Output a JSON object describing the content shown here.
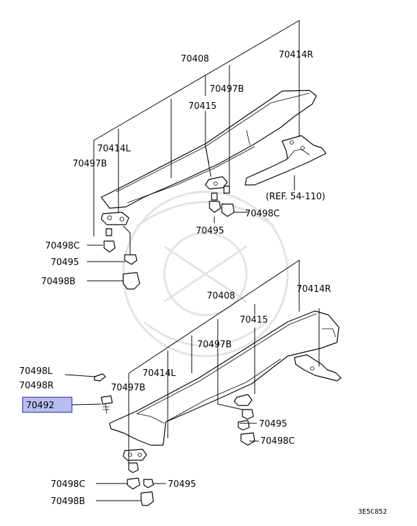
{
  "diagram": {
    "ref_note": "(REF. 54-110)",
    "code": "3E5C852",
    "highlighted_part": "70492",
    "labels": [
      {
        "id": "t-70408",
        "text": "70408"
      },
      {
        "id": "t-70414R",
        "text": "70414R"
      },
      {
        "id": "t-70497B",
        "text": "70497B"
      },
      {
        "id": "t-70415",
        "text": "70415"
      },
      {
        "id": "t-70414L",
        "text": "70414L"
      },
      {
        "id": "t-70497B-2",
        "text": "70497B"
      },
      {
        "id": "t-70498C",
        "text": "70498C"
      },
      {
        "id": "t-70495",
        "text": "70495"
      },
      {
        "id": "t-70498C-2",
        "text": "70498C"
      },
      {
        "id": "t-70495-2",
        "text": "70495"
      },
      {
        "id": "t-70498B",
        "text": "70498B"
      },
      {
        "id": "b-70408",
        "text": "70408"
      },
      {
        "id": "b-70414R",
        "text": "70414R"
      },
      {
        "id": "b-70415",
        "text": "70415"
      },
      {
        "id": "b-70497B",
        "text": "70497B"
      },
      {
        "id": "b-70414L",
        "text": "70414L"
      },
      {
        "id": "b-70497B-2",
        "text": "70497B"
      },
      {
        "id": "b-70498L",
        "text": "70498L"
      },
      {
        "id": "b-70498R",
        "text": "70498R"
      },
      {
        "id": "b-70495",
        "text": "70495"
      },
      {
        "id": "b-70498C",
        "text": "70498C"
      },
      {
        "id": "b-70498C-2",
        "text": "70498C"
      },
      {
        "id": "b-70495-2",
        "text": "70495"
      },
      {
        "id": "b-70498B",
        "text": "70498B"
      }
    ]
  }
}
